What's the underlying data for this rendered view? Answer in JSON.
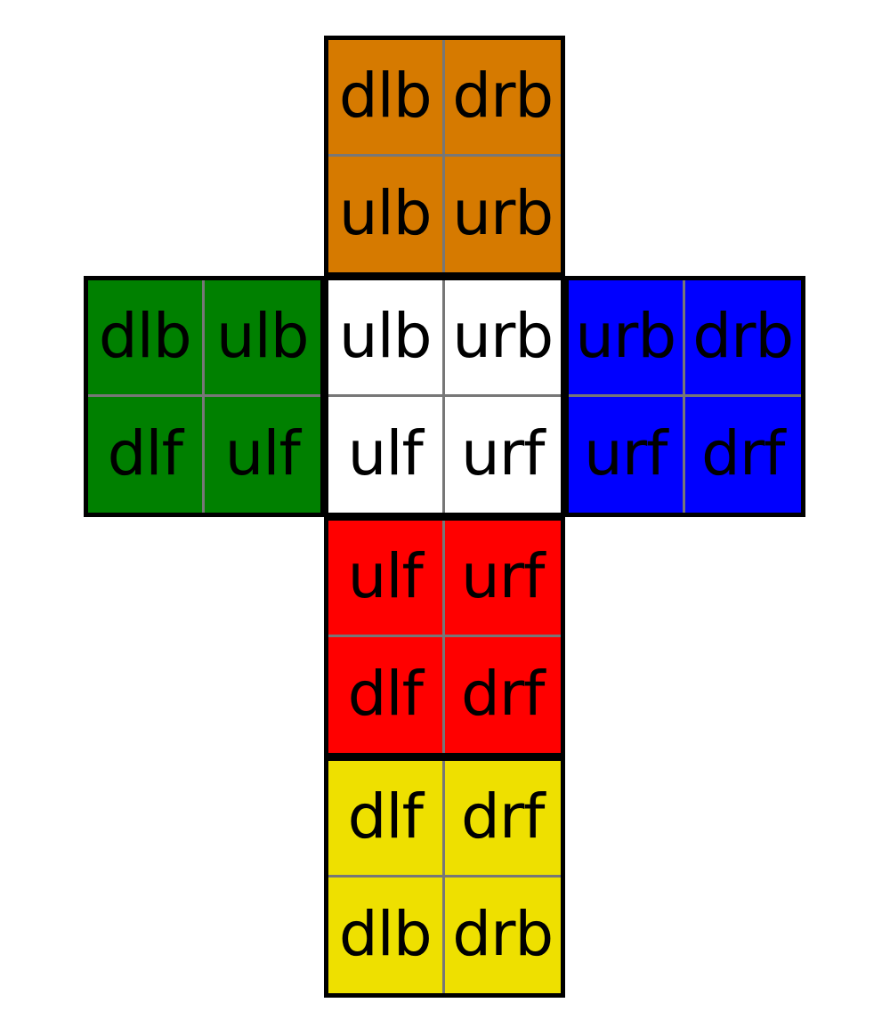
{
  "faces": {
    "back": {
      "color": "#D67A00",
      "labels": [
        "dlb",
        "drb",
        "ulb",
        "urb"
      ]
    },
    "left": {
      "color": "#008000",
      "labels": [
        "dlb",
        "ulb",
        "dlf",
        "ulf"
      ]
    },
    "up": {
      "color": "#FFFFFF",
      "labels": [
        "ulb",
        "urb",
        "ulf",
        "urf"
      ]
    },
    "right": {
      "color": "#0000FF",
      "labels": [
        "urb",
        "drb",
        "urf",
        "drf"
      ]
    },
    "front": {
      "color": "#FF0000",
      "labels": [
        "ulf",
        "urf",
        "dlf",
        "drf"
      ]
    },
    "down": {
      "color": "#EEE000",
      "labels": [
        "dlf",
        "drf",
        "dlb",
        "drb"
      ]
    }
  }
}
